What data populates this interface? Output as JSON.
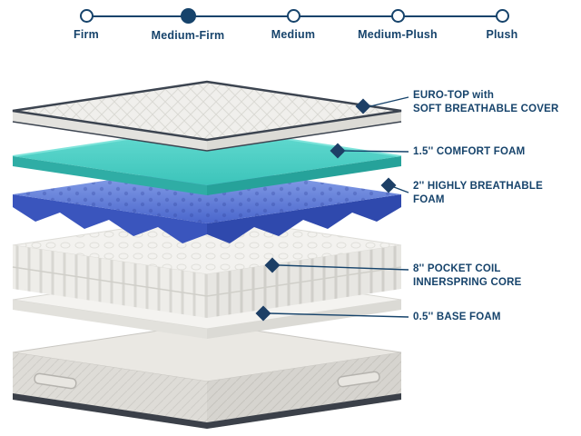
{
  "firmness_scale": {
    "options": [
      {
        "label": "Firm",
        "selected": false
      },
      {
        "label": "Medium-Firm",
        "selected": true
      },
      {
        "label": "Medium",
        "selected": false
      },
      {
        "label": "Medium-Plush",
        "selected": false
      },
      {
        "label": "Plush",
        "selected": false
      }
    ]
  },
  "layer_labels": [
    {
      "line1": "EURO-TOP with",
      "line2": "SOFT BREATHABLE COVER"
    },
    {
      "line1": "1.5'' COMFORT FOAM",
      "line2": ""
    },
    {
      "line1": "2'' HIGHLY BREATHABLE",
      "line2": "FOAM"
    },
    {
      "line1": "8'' POCKET COIL",
      "line2": "INNERSPRING CORE"
    },
    {
      "line1": "0.5'' BASE FOAM",
      "line2": ""
    }
  ],
  "colors": {
    "navy": "#16436b",
    "diamond": "#1d3f66",
    "teal_top": "#4ccfc5",
    "teal_front": "#2aada5",
    "blue_top": "#6c8ae0",
    "blue_front": "#3a55bd"
  }
}
